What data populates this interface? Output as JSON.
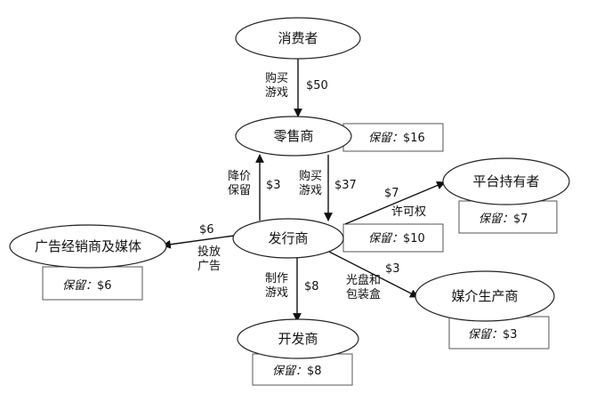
{
  "nodes": {
    "consumer": {
      "label": "消费者"
    },
    "retailer": {
      "label": "零售商",
      "retain_prefix": "保留：",
      "retain_value": "$16"
    },
    "platform": {
      "label": "平台持有者",
      "retain_prefix": "保留：",
      "retain_value": "$7"
    },
    "publisher": {
      "label": "发行商",
      "retain_prefix": "保留：",
      "retain_value": "$10"
    },
    "advertiser": {
      "label": "广告经销商及媒体",
      "retain_prefix": "保留：",
      "retain_value": "$6"
    },
    "media": {
      "label": "媒介生产商",
      "retain_prefix": "保留：",
      "retain_value": "$3"
    },
    "developer": {
      "label": "开发商",
      "retain_prefix": "保留：",
      "retain_value": "$8"
    }
  },
  "edges": {
    "consumer_retailer": {
      "desc": [
        "购买",
        "游戏"
      ],
      "amount": "$50"
    },
    "publisher_retailer": {
      "desc": [
        "降价",
        "保留"
      ],
      "amount": "$3"
    },
    "retailer_publisher": {
      "desc": [
        "购买",
        "游戏"
      ],
      "amount": "$37"
    },
    "publisher_platform": {
      "desc": [
        "许可权"
      ],
      "amount": "$7"
    },
    "publisher_advertiser": {
      "desc": [
        "投放",
        "广告"
      ],
      "amount": "$6"
    },
    "publisher_media": {
      "desc": [
        "光盘和",
        "包装盒"
      ],
      "amount": "$3"
    },
    "publisher_developer": {
      "desc": [
        "制作",
        "游戏"
      ],
      "amount": "$8"
    }
  }
}
